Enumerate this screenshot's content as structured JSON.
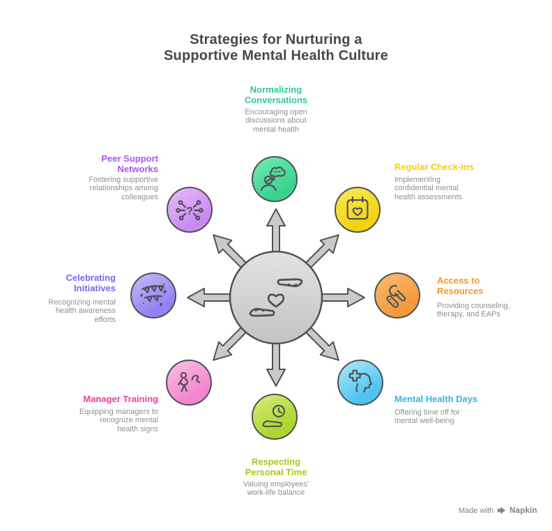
{
  "page": {
    "title_line1": "Strategies for Nurturing a",
    "title_line2": "Supportive Mental Health Culture"
  },
  "colors": {
    "background": "#ffffff",
    "title_text": "#45484d",
    "description_text": "#8c8f93",
    "outline": "#4e5156",
    "arrow_fill": "#c9cacb",
    "hub_light": "#e2e2e2",
    "hub_main": "#c2c3c4",
    "footer_text": "#7e8184"
  },
  "center": {
    "icon": "hands-holding-heart-icon"
  },
  "sections": [
    {
      "id": "normalizing-conversations",
      "position": "top",
      "icon": "person-thought-bubble-icon",
      "accent": "#2fcb8f",
      "fill_light": "#67e7a9",
      "fill_main": "#3ad28f",
      "title_lines": [
        "Normalizing",
        "Conversations"
      ],
      "description_lines": [
        "Encouraging open",
        "discussions about",
        "mental health"
      ]
    },
    {
      "id": "regular-check-ins",
      "position": "top-right",
      "icon": "calendar-heart-icon",
      "accent": "#f0d20e",
      "fill_light": "#f8e54b",
      "fill_main": "#f2d211",
      "title_lines": [
        "Regular Check-ins"
      ],
      "description_lines": [
        "Implementing",
        "confidential mental",
        "health assessments"
      ]
    },
    {
      "id": "access-to-resources",
      "position": "right",
      "icon": "wrench-tools-icon",
      "accent": "#f5952b",
      "fill_light": "#f9b468",
      "fill_main": "#f39939",
      "title_lines": [
        "Access to",
        "Resources"
      ],
      "description_lines": [
        "Providing counseling,",
        "therapy, and EAPs"
      ]
    },
    {
      "id": "mental-health-days",
      "position": "bottom-right",
      "icon": "head-medical-cross-icon",
      "accent": "#35b3e8",
      "fill_light": "#9ce1f9",
      "fill_main": "#4cc3f0",
      "title_lines": [
        "Mental Health Days"
      ],
      "description_lines": [
        "Offering time off for",
        "mental well-being"
      ]
    },
    {
      "id": "respecting-personal-time",
      "position": "bottom",
      "icon": "clock-resting-hand-icon",
      "accent": "#a4c91c",
      "fill_light": "#cfe86a",
      "fill_main": "#abd62e",
      "title_lines": [
        "Respecting",
        "Personal Time"
      ],
      "description_lines": [
        "Valuing employees'",
        "work-life balance"
      ]
    },
    {
      "id": "manager-training",
      "position": "bottom-left",
      "icon": "person-gesture-icon",
      "accent": "#f03d9c",
      "fill_light": "#f9b5e0",
      "fill_main": "#f484cd",
      "title_lines": [
        "Manager Training"
      ],
      "description_lines": [
        "Equipping managers to",
        "recognize mental",
        "health signs"
      ]
    },
    {
      "id": "celebrating-initiatives",
      "position": "left",
      "icon": "party-bunting-icon",
      "accent": "#7c64f2",
      "fill_light": "#bdaef8",
      "fill_main": "#9481f4",
      "title_lines": [
        "Celebrating",
        "Initiatives"
      ],
      "description_lines": [
        "Recognizing mental",
        "health awareness",
        "efforts"
      ]
    },
    {
      "id": "peer-support-networks",
      "position": "top-left",
      "icon": "network-question-icon",
      "accent": "#ae52f0",
      "fill_light": "#e0b3f8",
      "fill_main": "#c88af2",
      "icon_glyph": "?",
      "title_lines": [
        "Peer Support",
        "Networks"
      ],
      "description_lines": [
        "Fostering supportive",
        "relationships among",
        "colleagues"
      ]
    }
  ],
  "footer": {
    "made_with": "Made with",
    "brand": "Napkin"
  }
}
